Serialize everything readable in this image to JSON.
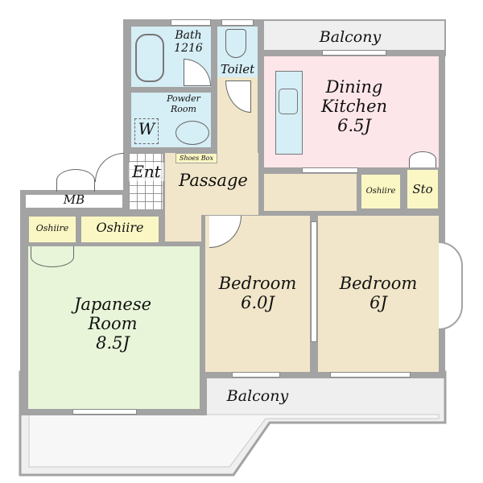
{
  "rooms": {
    "bath": {
      "name": "Bath",
      "size": "1216"
    },
    "toilet": "Toilet",
    "powder_room": "Powder Room",
    "washer": "W",
    "shoes_box": "Shoes Box",
    "entrance": "Ent",
    "passage": "Passage",
    "balcony_top": "Balcony",
    "dining_kitchen": {
      "name": "Dining Kitchen",
      "size": "6.5J"
    },
    "oshiire_small": "Oshiire",
    "storage": "Sto",
    "mb": "MB",
    "oshiire_left": "Oshiire",
    "oshiire_mid": "Oshiire",
    "japanese_room": {
      "name": "Japanese Room",
      "size": "8.5J"
    },
    "bedroom1": {
      "name": "Bedroom",
      "size": "6.0J"
    },
    "bedroom2": {
      "name": "Bedroom",
      "size": "6J"
    },
    "balcony_bottom": "Balcony"
  },
  "colors": {
    "wall": "#a3a3a3",
    "wet": "#d6eef5",
    "kitchen": "#fde6ea",
    "bedroom": "#f1e6c9",
    "japanese": "#e8f5d9",
    "closet": "#fbf7c4"
  }
}
